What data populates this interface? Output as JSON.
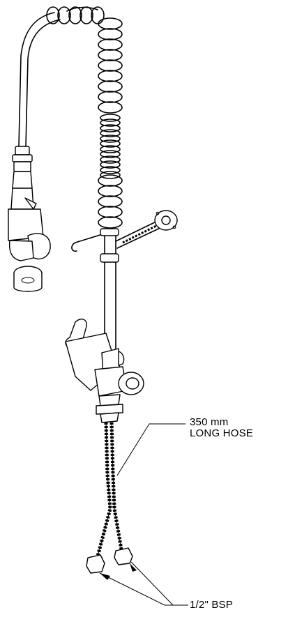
{
  "annotations": {
    "hose_length": {
      "line1": "350 mm",
      "line2": "LONG HOSE"
    },
    "connection": "1/2\" BSP"
  },
  "colors": {
    "line": "#000000",
    "background": "#ffffff"
  }
}
